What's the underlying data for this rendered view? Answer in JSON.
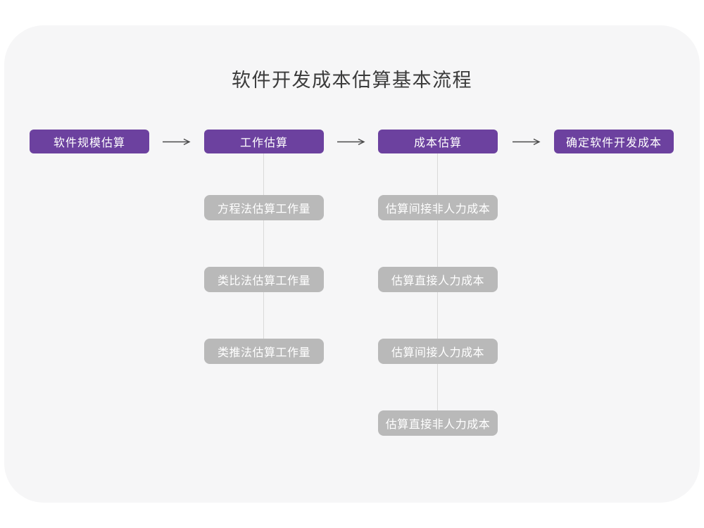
{
  "title": "软件开发成本估算基本流程",
  "flow": {
    "steps": [
      {
        "label": "软件规模估算"
      },
      {
        "label": "工作估算"
      },
      {
        "label": "成本估算"
      },
      {
        "label": "确定软件开发成本"
      }
    ],
    "work_substeps": [
      {
        "label": "方程法估算工作量"
      },
      {
        "label": "类比法估算工作量"
      },
      {
        "label": "类推法估算工作量"
      }
    ],
    "cost_substeps": [
      {
        "label": "估算间接非人力成本"
      },
      {
        "label": "估算直接人力成本"
      },
      {
        "label": "估算间接人力成本"
      },
      {
        "label": "估算直接非人力成本"
      }
    ]
  },
  "colors": {
    "page_bg": "#ffffff",
    "card_bg": "#f6f6f7",
    "primary": "#6c419f",
    "sub_box": "#b9b9b9",
    "connector": "#d9d9d9",
    "arrow": "#4a4a4a",
    "title_color": "#3b3b3b",
    "box_text": "#ffffff"
  }
}
